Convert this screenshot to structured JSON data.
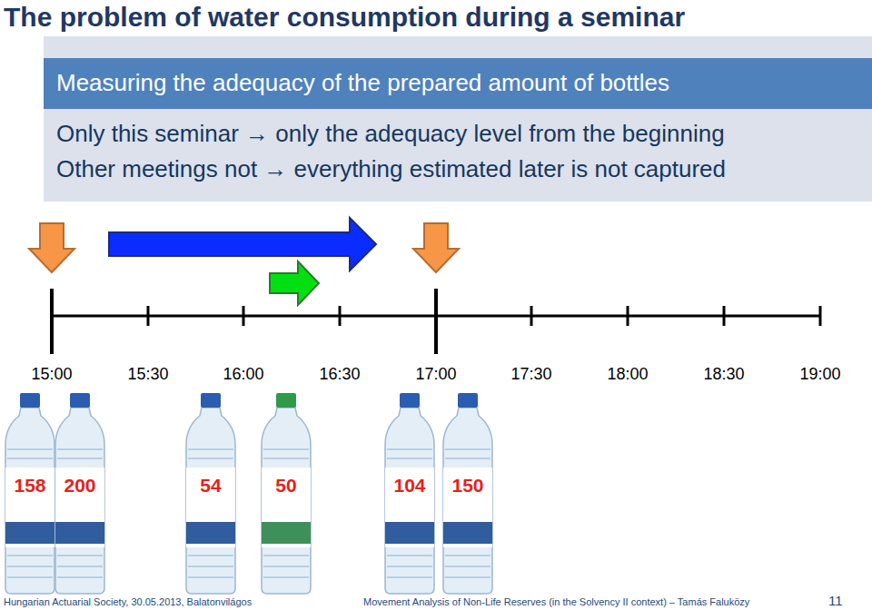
{
  "diagram": {
    "title": "The problem of water consumption during a seminar",
    "nodes": [
      {
        "text": [
          "Only this seminar → only the adequacy level from the beginning",
          "Other meetings not → everything estimated later is not captured"
        ]
      },
      {
        "text": [
          "Measuring the adequacy of the prepared amount of bottles"
        ],
        "in": 0
      }
    ],
    "labels": [
      "15:00",
      "15:30",
      "16:00",
      "16:30",
      "17:00",
      "17:30",
      "18:00",
      "18:30",
      "19:00",
      "158",
      "200",
      "54",
      "50",
      "104",
      "150",
      "Hungarian Actuarial Society, 30.05.2013, Balatonvilágos",
      "Movement Analysis of Non-Life Reserves (in the Solvency II context) – Tamás Faluközy",
      "11"
    ]
  }
}
